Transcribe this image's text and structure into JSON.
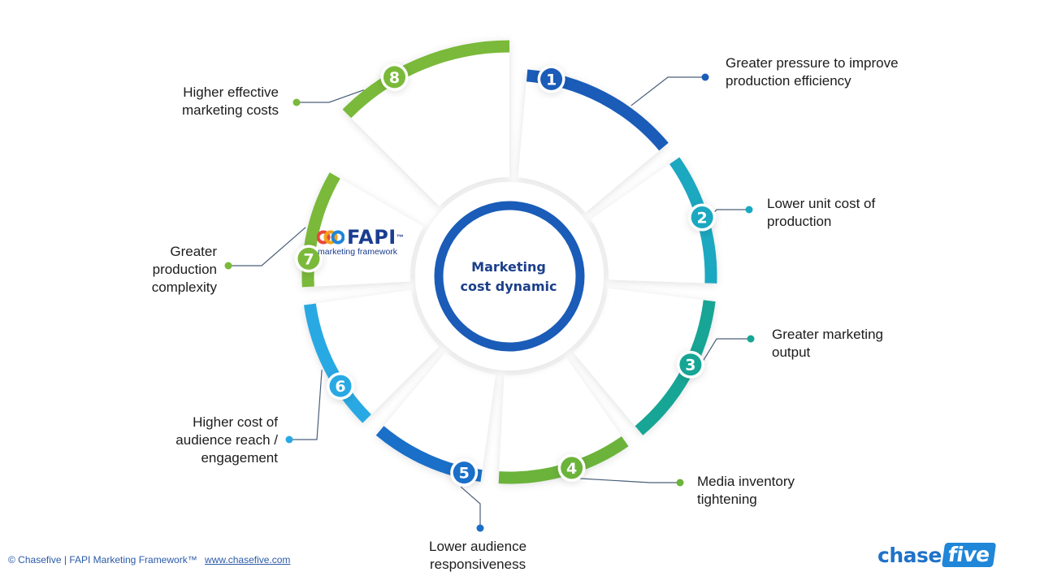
{
  "center": {
    "line1": "Marketing",
    "line2": "cost dynamic"
  },
  "steps": [
    {
      "n": "1",
      "lines": [
        "Greater pressure to improve",
        "production efficiency"
      ],
      "color": "#1a5cb8"
    },
    {
      "n": "2",
      "lines": [
        "Lower unit cost of",
        "production"
      ],
      "color": "#1ba8c0"
    },
    {
      "n": "3",
      "lines": [
        "Greater marketing",
        "output"
      ],
      "color": "#17a595"
    },
    {
      "n": "4",
      "lines": [
        "Media inventory",
        "tightening"
      ],
      "color": "#6bb33a"
    },
    {
      "n": "5",
      "lines": [
        "Lower audience",
        "responsiveness"
      ],
      "color": "#1a6fc8"
    },
    {
      "n": "6",
      "lines": [
        "Higher cost of",
        "audience reach /",
        "engagement"
      ],
      "color": "#29a9e3"
    },
    {
      "n": "7",
      "lines": [
        "Greater",
        "production",
        "complexity"
      ],
      "color": "#7ab93a"
    },
    {
      "n": "8",
      "lines": [
        "Higher effective",
        "marketing costs"
      ],
      "color": "#7ab93a"
    }
  ],
  "fapi_logo": {
    "word": "FAPI",
    "tm": "™",
    "sub": "marketing framework"
  },
  "footer": {
    "text": "© Chasefive | FAPI Marketing Framework™",
    "link": "www.chasefive.com"
  },
  "brand": {
    "part1": "chase",
    "part2": "five"
  },
  "colors": {
    "center_ring": "#1a5cb8",
    "center_text": "#1b3f8a",
    "connector": "#4a5f7a"
  }
}
